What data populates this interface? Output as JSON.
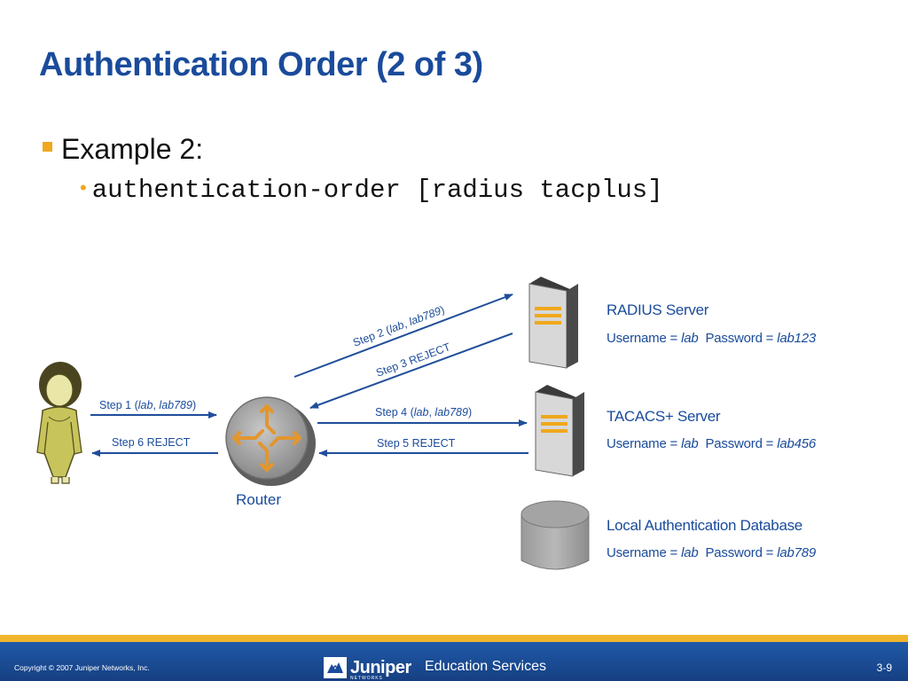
{
  "title": "Authentication Order (2 of 3)",
  "bullets": {
    "level1": "Example 2:",
    "level2": "authentication-order [radius tacplus]"
  },
  "diagram": {
    "router_label": "Router",
    "steps": {
      "step1": {
        "prefix": "Step 1 (",
        "user": "lab",
        "sep": ", ",
        "pass": "lab789",
        "suffix": ")"
      },
      "step2": {
        "prefix": "Step 2 (",
        "user": "lab",
        "sep": ", ",
        "pass": "lab789",
        "suffix": ")"
      },
      "step3": "Step 3 REJECT",
      "step4": {
        "prefix": "Step 4 (",
        "user": "lab",
        "sep": ", ",
        "pass": "lab789",
        "suffix": ")"
      },
      "step5": "Step 5 REJECT",
      "step6": "Step 6 REJECT"
    },
    "servers": [
      {
        "name": "RADIUS Server",
        "user_label": "Username = ",
        "user": "lab",
        "pass_label": "Password = ",
        "pass": "lab123"
      },
      {
        "name": "TACACS+ Server",
        "user_label": "Username = ",
        "user": "lab",
        "pass_label": "Password = ",
        "pass": "lab456"
      },
      {
        "name": "Local Authentication Database",
        "user_label": "Username = ",
        "user": "lab",
        "pass_label": "Password = ",
        "pass": "lab789"
      }
    ]
  },
  "footer": {
    "copyright": "Copyright © 2007 Juniper Networks, Inc.",
    "logo_text": "Juniper",
    "logo_sub": "NETWORKS",
    "education": "Education Services",
    "page": "3-9"
  },
  "colors": {
    "title_blue": "#1a4b9b",
    "accent_gold": "#f0a81c",
    "arrow_blue": "#1f4e9a"
  }
}
